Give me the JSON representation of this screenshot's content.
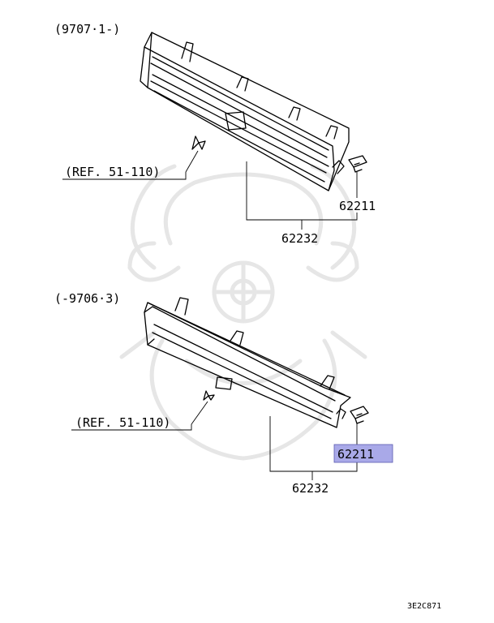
{
  "upper_group": {
    "date_range": "(9707·1-)",
    "reference": "(REF. 51-110)",
    "part_clip": "62211",
    "part_grille": "62232"
  },
  "lower_group": {
    "date_range": "(-9706·3)",
    "reference": "(REF. 51-110)",
    "part_clip": "62211",
    "part_grille": "62232"
  },
  "highlight": {
    "part": "62211",
    "color": "#a9a9e8"
  },
  "diagram_code": "3E2C871"
}
